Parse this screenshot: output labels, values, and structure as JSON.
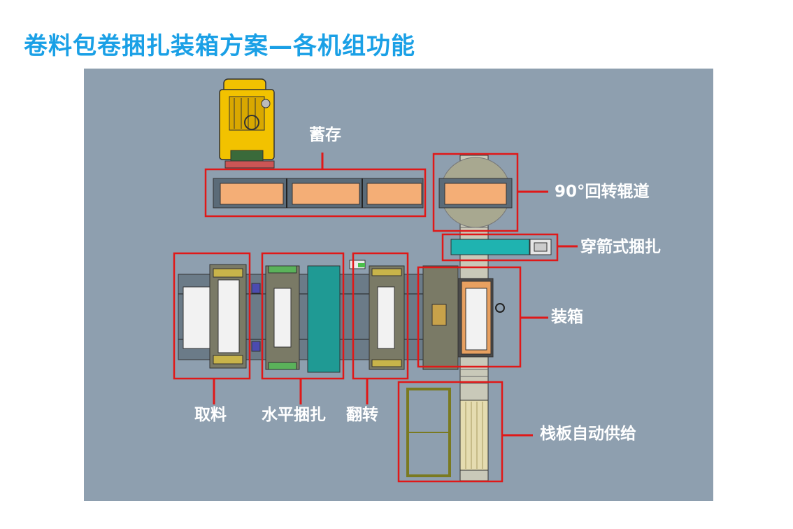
{
  "title": "卷料包卷捆扎装箱方案—各机组功能",
  "labels": {
    "storage": "蓄存",
    "roller90": "90°回转辊道",
    "arrow_strap": "穿箭式捆扎",
    "boxing": "装箱",
    "take": "取料",
    "h_strap": "水平捆扎",
    "flip": "翻转",
    "pallet": "栈板自动供给"
  },
  "colors": {
    "title": "#1aa0e6",
    "panel_bg": "#8e9faf",
    "highlight_box": "#e01818",
    "roll": "#f4ae76",
    "forklift": "#f2c200",
    "teal_unit": "#1fb3b0",
    "label_text": "#ffffff"
  }
}
